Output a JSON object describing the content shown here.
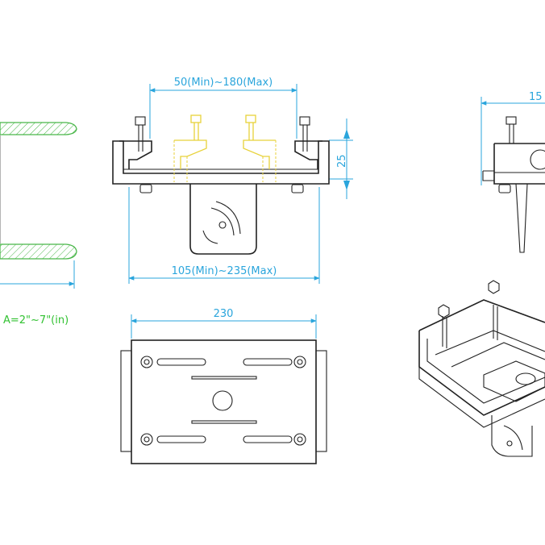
{
  "labels": {
    "pipe_range": "A=2\"~7\"(in)",
    "top_span": "50(Min)~180(Max)",
    "height_25": "25",
    "bottom_span": "105(Min)~235(Max)",
    "width_230": "230",
    "side_dim_partial": "15"
  },
  "colors": {
    "dimension": "#2aa5dc",
    "outline": "#222222",
    "pipe_hatch": "#49b649",
    "clamp_bolts": "#e8d23a"
  }
}
